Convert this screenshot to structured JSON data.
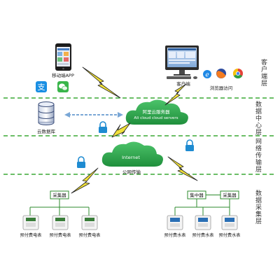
{
  "mobile": {
    "label": "移动端APP"
  },
  "client": {
    "label": "客户端"
  },
  "browser": {
    "label": "浏览器访问"
  },
  "cloud_server": {
    "line1": "阿里云服务器",
    "line2": "Ali cloud  cloud servers"
  },
  "database": {
    "label": "云数据库"
  },
  "internet": {
    "label": "Internet",
    "sublabel": "公网传输"
  },
  "left_branch": {
    "collector": "采集器",
    "meters": [
      "预付费电表",
      "预付费电表",
      "预付费电表"
    ]
  },
  "right_branch": {
    "concentrator": "集中器",
    "collector": "采集器",
    "meters": [
      "预付费水表",
      "预付费水表",
      "预付费水表"
    ]
  },
  "layers": {
    "client": [
      "客",
      "户",
      "端",
      "层"
    ],
    "data_center": [
      "数",
      "据",
      "中",
      "心",
      "层"
    ],
    "network": [
      "网",
      "络",
      "传",
      "输",
      "层"
    ],
    "collection": [
      "数",
      "据",
      "采",
      "集",
      "层"
    ]
  },
  "colors": {
    "divider": "#3aa935",
    "cloud": "#2ea64a",
    "connector": "#2e8b2e",
    "lightning": "#f0e03a",
    "lightning_stroke": "#222222",
    "lock": "#1e8bd1",
    "elec_meter": "#3a7d3a",
    "water_meter": "#2a6fb5"
  }
}
